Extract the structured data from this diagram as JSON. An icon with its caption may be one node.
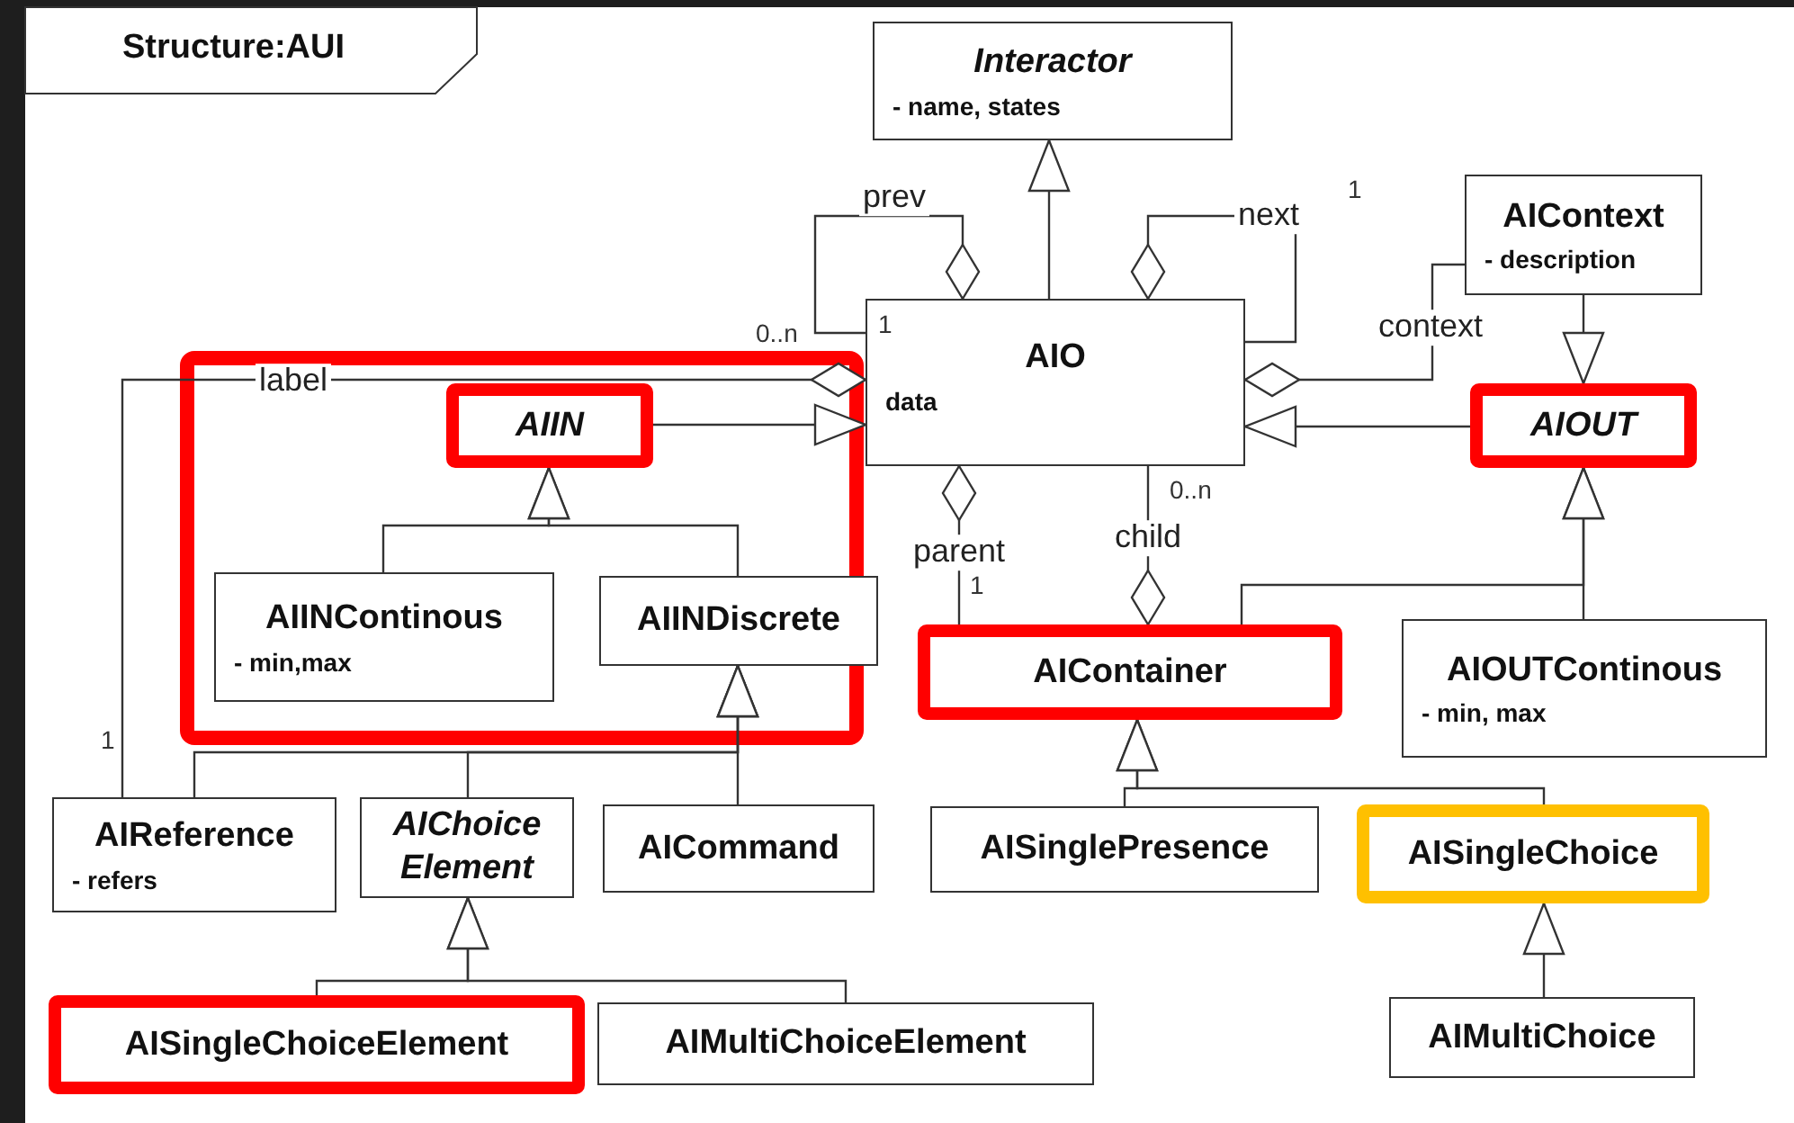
{
  "diagram": {
    "title": "Structure:AUI",
    "nodes": [
      {
        "text": [
          "Interactor",
          "- name, states"
        ]
      },
      {
        "text": [
          "AIO",
          "data"
        ]
      },
      {
        "text": [
          "AIContext",
          "- description"
        ]
      },
      {
        "text": [
          "AIIN"
        ]
      },
      {
        "text": [
          "AIOUT"
        ]
      },
      {
        "text": [
          "AIINContinous",
          "- min,max"
        ]
      },
      {
        "text": [
          "AIINDiscrete"
        ]
      },
      {
        "text": [
          "AIContainer"
        ]
      },
      {
        "text": [
          "AIOUTContinous",
          "-  min, max"
        ]
      },
      {
        "text": [
          "AIReference",
          "- refers"
        ]
      },
      {
        "text": [
          "AIChoice Element"
        ]
      },
      {
        "text": [
          "AICommand"
        ]
      },
      {
        "text": [
          "AISinglePresence"
        ]
      },
      {
        "text": [
          "AISingleChoice"
        ]
      },
      {
        "text": [
          "AISingleChoiceElement"
        ]
      },
      {
        "text": [
          "AIMultiChoiceElement"
        ]
      },
      {
        "text": [
          "AIMultiChoice"
        ]
      }
    ],
    "edges": [
      {
        "from": 1,
        "to": 0,
        "arrow": "to"
      },
      {
        "from": 1,
        "to": 1,
        "arrow": "other",
        "label": "prev"
      },
      {
        "from": 1,
        "to": 1,
        "arrow": "other",
        "label": "next"
      },
      {
        "from": 2,
        "to": 1,
        "arrow": "other",
        "label": "context"
      },
      {
        "from": 2,
        "to": 4,
        "arrow": "to"
      },
      {
        "from": 4,
        "to": 1,
        "arrow": "to"
      },
      {
        "from": 3,
        "to": 1,
        "arrow": "to"
      },
      {
        "from": 9,
        "to": 1,
        "arrow": "other",
        "label": "label"
      },
      {
        "from": 5,
        "to": 3,
        "arrow": "to"
      },
      {
        "from": 6,
        "to": 3,
        "arrow": "to"
      },
      {
        "from": 9,
        "to": 6,
        "arrow": "to"
      },
      {
        "from": 10,
        "to": 6,
        "arrow": "to"
      },
      {
        "from": 11,
        "to": 6,
        "arrow": "to"
      },
      {
        "from": 7,
        "to": 1,
        "arrow": "other",
        "label": "parent"
      },
      {
        "from": 1,
        "to": 7,
        "arrow": "other",
        "label": "child"
      },
      {
        "from": 7,
        "to": 4,
        "arrow": "to"
      },
      {
        "from": 8,
        "to": 4,
        "arrow": "to"
      },
      {
        "from": 12,
        "to": 7,
        "arrow": "to"
      },
      {
        "from": 13,
        "to": 7,
        "arrow": "to"
      },
      {
        "from": 16,
        "to": 13,
        "arrow": "to"
      },
      {
        "from": 14,
        "to": 10,
        "arrow": "to"
      },
      {
        "from": 15,
        "to": 10,
        "arrow": "to"
      }
    ],
    "labels": [
      "1",
      "1",
      "0..n",
      "0..n",
      "1",
      "1"
    ]
  }
}
